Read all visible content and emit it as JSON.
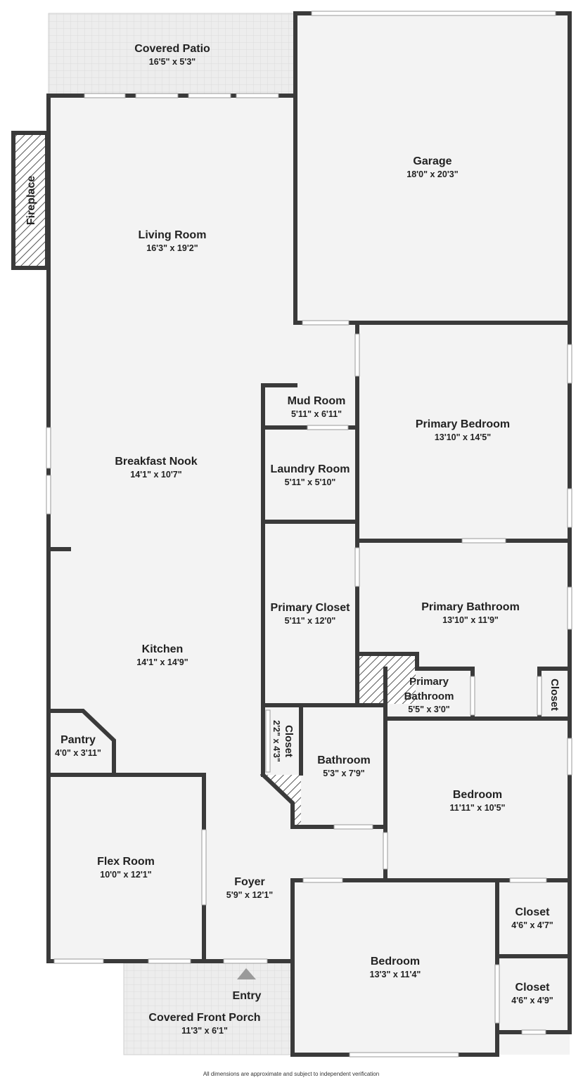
{
  "colors": {
    "wall": "#3a3a3a",
    "floor": "#f3f3f3",
    "outdoor": "#ececec",
    "window": "#ffffff",
    "text": "#222222"
  },
  "rooms": {
    "covered_patio": {
      "name": "Covered Patio",
      "dims": "16'5\" x 5'3\""
    },
    "garage": {
      "name": "Garage",
      "dims": "18'0\" x 20'3\""
    },
    "fireplace": {
      "name": "Fireplace"
    },
    "living_room": {
      "name": "Living Room",
      "dims": "16'3\" x 19'2\""
    },
    "mud_room": {
      "name": "Mud Room",
      "dims": "5'11\" x 6'11\""
    },
    "primary_bedroom": {
      "name": "Primary Bedroom",
      "dims": "13'10\" x 14'5\""
    },
    "breakfast_nook": {
      "name": "Breakfast Nook",
      "dims": "14'1\" x 10'7\""
    },
    "laundry_room": {
      "name": "Laundry Room",
      "dims": "5'11\" x 5'10\""
    },
    "primary_closet": {
      "name": "Primary Closet",
      "dims": "5'11\" x 12'0\""
    },
    "primary_bathroom": {
      "name": "Primary Bathroom",
      "dims": "13'10\" x 11'9\""
    },
    "kitchen": {
      "name": "Kitchen",
      "dims": "14'1\" x 14'9\""
    },
    "primary_bathroom_wc": {
      "name_line1": "Primary",
      "name_line2": "Bathroom",
      "dims": "5'5\" x 3'0\""
    },
    "primary_closet_small": {
      "name": "Closet"
    },
    "pantry": {
      "name": "Pantry",
      "dims": "4'0\" x 3'11\""
    },
    "hall_closet": {
      "name": "Closet",
      "dims": "2'2\" x 4'3\""
    },
    "bathroom": {
      "name": "Bathroom",
      "dims": "5'3\" x 7'9\""
    },
    "bedroom_1": {
      "name": "Bedroom",
      "dims": "11'11\" x 10'5\""
    },
    "flex_room": {
      "name": "Flex Room",
      "dims": "10'0\" x 12'1\""
    },
    "foyer": {
      "name": "Foyer",
      "dims": "5'9\" x 12'1\""
    },
    "closet_a": {
      "name": "Closet",
      "dims": "4'6\" x 4'7\""
    },
    "bedroom_2": {
      "name": "Bedroom",
      "dims": "13'3\" x 11'4\""
    },
    "closet_b": {
      "name": "Closet",
      "dims": "4'6\" x 4'9\""
    },
    "entry": {
      "name": "Entry"
    },
    "covered_front_porch": {
      "name": "Covered Front Porch",
      "dims": "11'3\" x 6'1\""
    }
  },
  "footer": {
    "disclaimer": "All dimensions are approximate and subject to independent verification"
  }
}
